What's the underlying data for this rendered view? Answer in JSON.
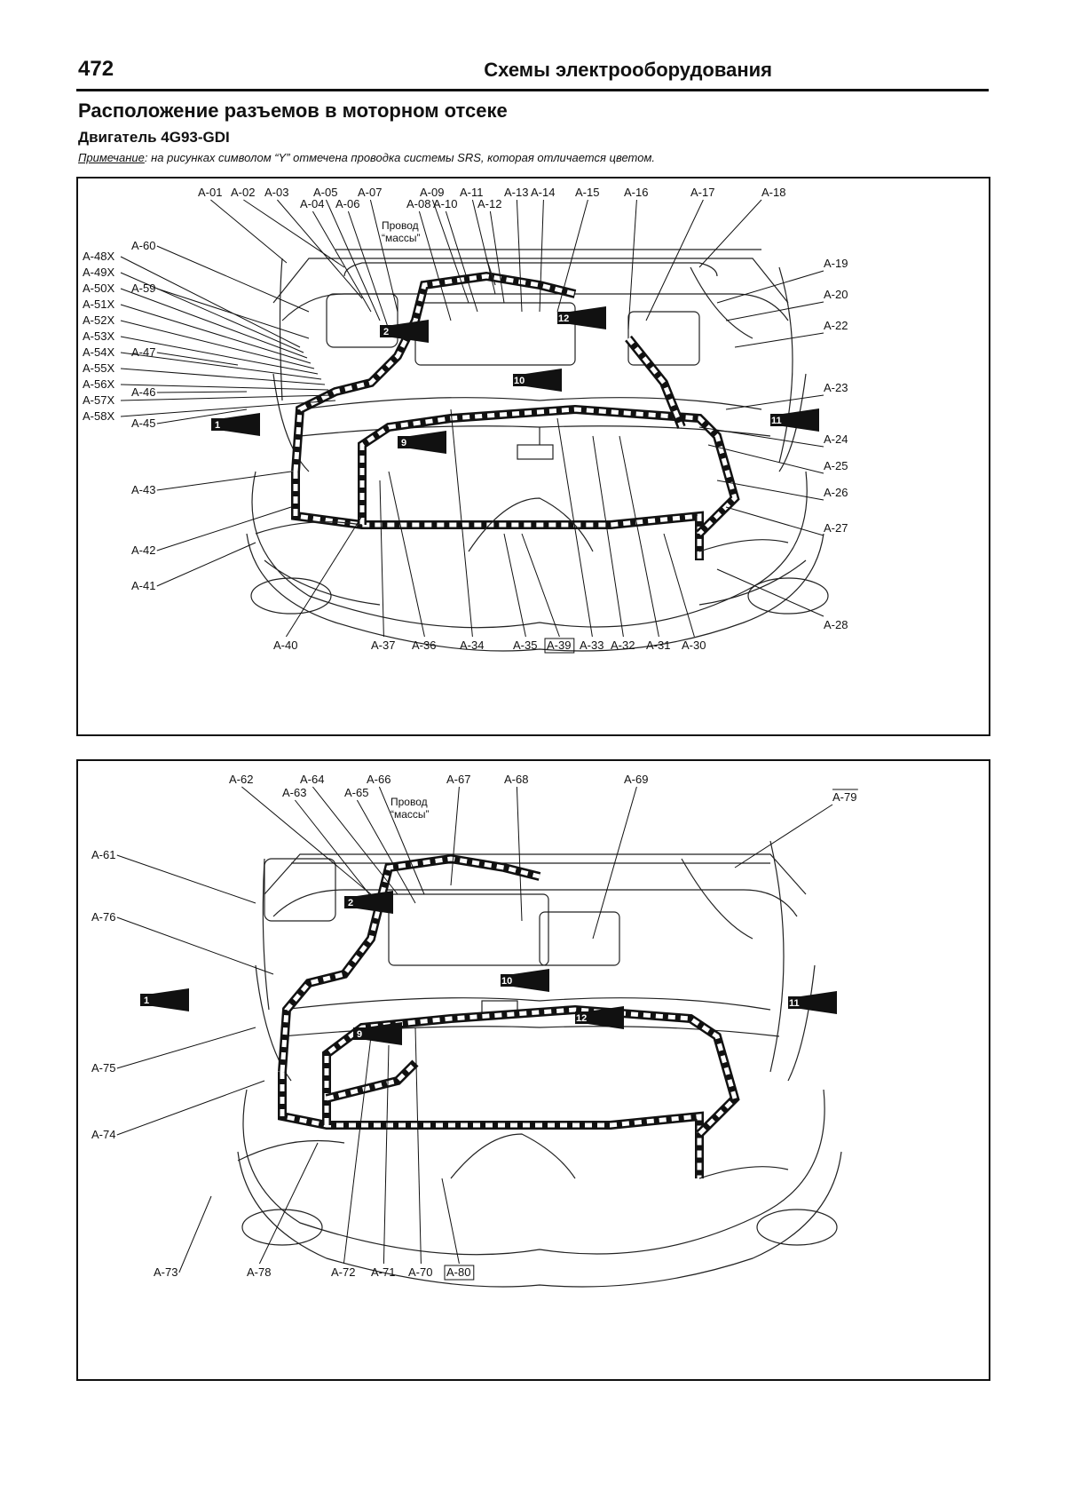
{
  "header": {
    "page_number": "472",
    "running_title": "Схемы электрооборудования"
  },
  "section": {
    "title": "Расположение разъемов в моторном отсеке",
    "engine": "Двигатель 4G93-GDI",
    "note_label": "Примечание",
    "note_text": ": на рисунках символом “Y” отмечена проводка системы SRS, которая отличается цветом."
  },
  "top_panel": {
    "ground_callout": [
      "Провод",
      "“массы”"
    ],
    "labels": [
      "A-01",
      "A-02",
      "A-03",
      "A-04",
      "A-05",
      "A-06",
      "A-07",
      "A-08",
      "A-09",
      "A-10",
      "A-11",
      "A-12",
      "A-13",
      "A-14",
      "A-15",
      "A-16",
      "A-17",
      "A-18",
      "A-19",
      "A-20",
      "A-22",
      "A-23",
      "A-24",
      "A-25",
      "A-26",
      "A-27",
      "A-28",
      "A-30",
      "A-31",
      "A-32",
      "A-33",
      "A-39",
      "A-35",
      "A-34",
      "A-36",
      "A-37",
      "A-40",
      "A-41",
      "A-42",
      "A-43",
      "A-45",
      "A-46",
      "A-47",
      "A-59",
      "A-60"
    ],
    "left_list": [
      "A-48X",
      "A-49X",
      "A-50X",
      "A-51X",
      "A-52X",
      "A-53X",
      "A-54X",
      "A-55X",
      "A-56X",
      "A-57X",
      "A-58X"
    ],
    "boxed": [
      "A-39"
    ],
    "markers": [
      "1",
      "2",
      "9",
      "10",
      "11",
      "12"
    ]
  },
  "bottom_panel": {
    "ground_callout": [
      "Провод",
      "“массы”"
    ],
    "labels": [
      "A-62",
      "A-63",
      "A-64",
      "A-65",
      "A-66",
      "A-67",
      "A-68",
      "A-69",
      "A-79",
      "A-61",
      "A-76",
      "A-75",
      "A-74",
      "A-73",
      "A-78",
      "A-72",
      "A-71",
      "A-70",
      "A-80"
    ],
    "boxed": [
      "A-80"
    ],
    "overlined": [
      "A-79"
    ],
    "markers": [
      "1",
      "2",
      "9",
      "10",
      "11",
      "12"
    ]
  }
}
